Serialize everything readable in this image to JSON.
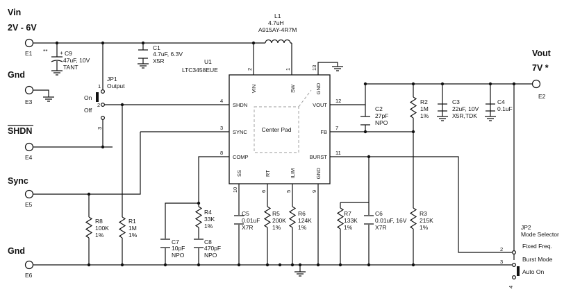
{
  "ports": {
    "vin": {
      "name": "Vin",
      "range": "2V - 6V",
      "ref": "E1"
    },
    "gnd_top": {
      "name": "Gnd",
      "ref": "E3"
    },
    "shdn": {
      "name": "SHDN",
      "ref": "E4"
    },
    "sync": {
      "name": "Sync",
      "ref": "E5"
    },
    "gnd_bot": {
      "name": "Gnd",
      "ref": "E6"
    },
    "vout": {
      "name": "Vout",
      "value": "7V *",
      "ref": "E2"
    }
  },
  "ic": {
    "ref": "U1",
    "part": "LTC3458EUE",
    "center": "Center Pad",
    "pins": {
      "vin": {
        "name": "VIN",
        "num": "2"
      },
      "sw": {
        "name": "SW",
        "num": "1"
      },
      "gnd_top": {
        "name": "GND",
        "num": "13"
      },
      "shdn": {
        "name": "SHDN",
        "num": "4"
      },
      "sync": {
        "name": "SYNC",
        "num": "3"
      },
      "comp": {
        "name": "COMP",
        "num": "8"
      },
      "vout": {
        "name": "VOUT",
        "num": "12"
      },
      "fb": {
        "name": "FB",
        "num": "7"
      },
      "burst": {
        "name": "BURST",
        "num": "11"
      },
      "ss": {
        "name": "SS",
        "num": "10"
      },
      "rt": {
        "name": "RT",
        "num": "6"
      },
      "ilim": {
        "name": "ILIM",
        "num": "5"
      },
      "gnd_bot": {
        "name": "GND",
        "num": "9"
      }
    }
  },
  "inductor": {
    "ref": "L1",
    "value": "4.7uH",
    "part": "A915AY-4R7M"
  },
  "jumpers": {
    "jp1": {
      "ref": "JP1",
      "title": "Output",
      "on": "On",
      "off": "Off",
      "pin1": "1",
      "pin2": "2",
      "pin3": "3"
    },
    "jp2": {
      "ref": "JP2",
      "title": "Mode Selector",
      "opt1": "Fixed Freq.",
      "opt2": "Burst Mode",
      "opt3": "Auto On",
      "pin2": "2",
      "pin3": "3",
      "pin4": "4"
    }
  },
  "components": {
    "c9": {
      "ref": "C9",
      "l1": "47uF, 10V",
      "l2": "TANT",
      "mark": "**",
      "plus": "+"
    },
    "c1": {
      "ref": "C1",
      "l1": "4.7uF, 6.3V",
      "l2": "X5R"
    },
    "c2": {
      "ref": "C2",
      "l1": "27pF",
      "l2": "NPO"
    },
    "r2": {
      "ref": "R2",
      "l1": "1M",
      "l2": "1%"
    },
    "c3": {
      "ref": "C3",
      "l1": "22uF, 10V",
      "l2": "X5R,TDK"
    },
    "c4": {
      "ref": "C4",
      "l1": "0.1uF"
    },
    "r8": {
      "ref": "R8",
      "l1": "100K",
      "l2": "1%"
    },
    "r1": {
      "ref": "R1",
      "l1": "1M",
      "l2": "1%"
    },
    "r4": {
      "ref": "R4",
      "l1": "33K",
      "l2": "1%"
    },
    "c7": {
      "ref": "C7",
      "l1": "10pF",
      "l2": "NPO"
    },
    "c8": {
      "ref": "C8",
      "l1": "470pF",
      "l2": "NPO"
    },
    "c5": {
      "ref": "C5",
      "l1": "0.01uF",
      "l2": "X7R"
    },
    "r5": {
      "ref": "R5",
      "l1": "200K",
      "l2": "1%"
    },
    "r6": {
      "ref": "R6",
      "l1": "124K",
      "l2": "1%"
    },
    "r7": {
      "ref": "R7",
      "l1": "133K",
      "l2": "1%"
    },
    "c6": {
      "ref": "C6",
      "l1": "0.01uF, 16V",
      "l2": "X7R"
    },
    "r3": {
      "ref": "R3",
      "l1": "215K",
      "l2": "1%"
    }
  }
}
